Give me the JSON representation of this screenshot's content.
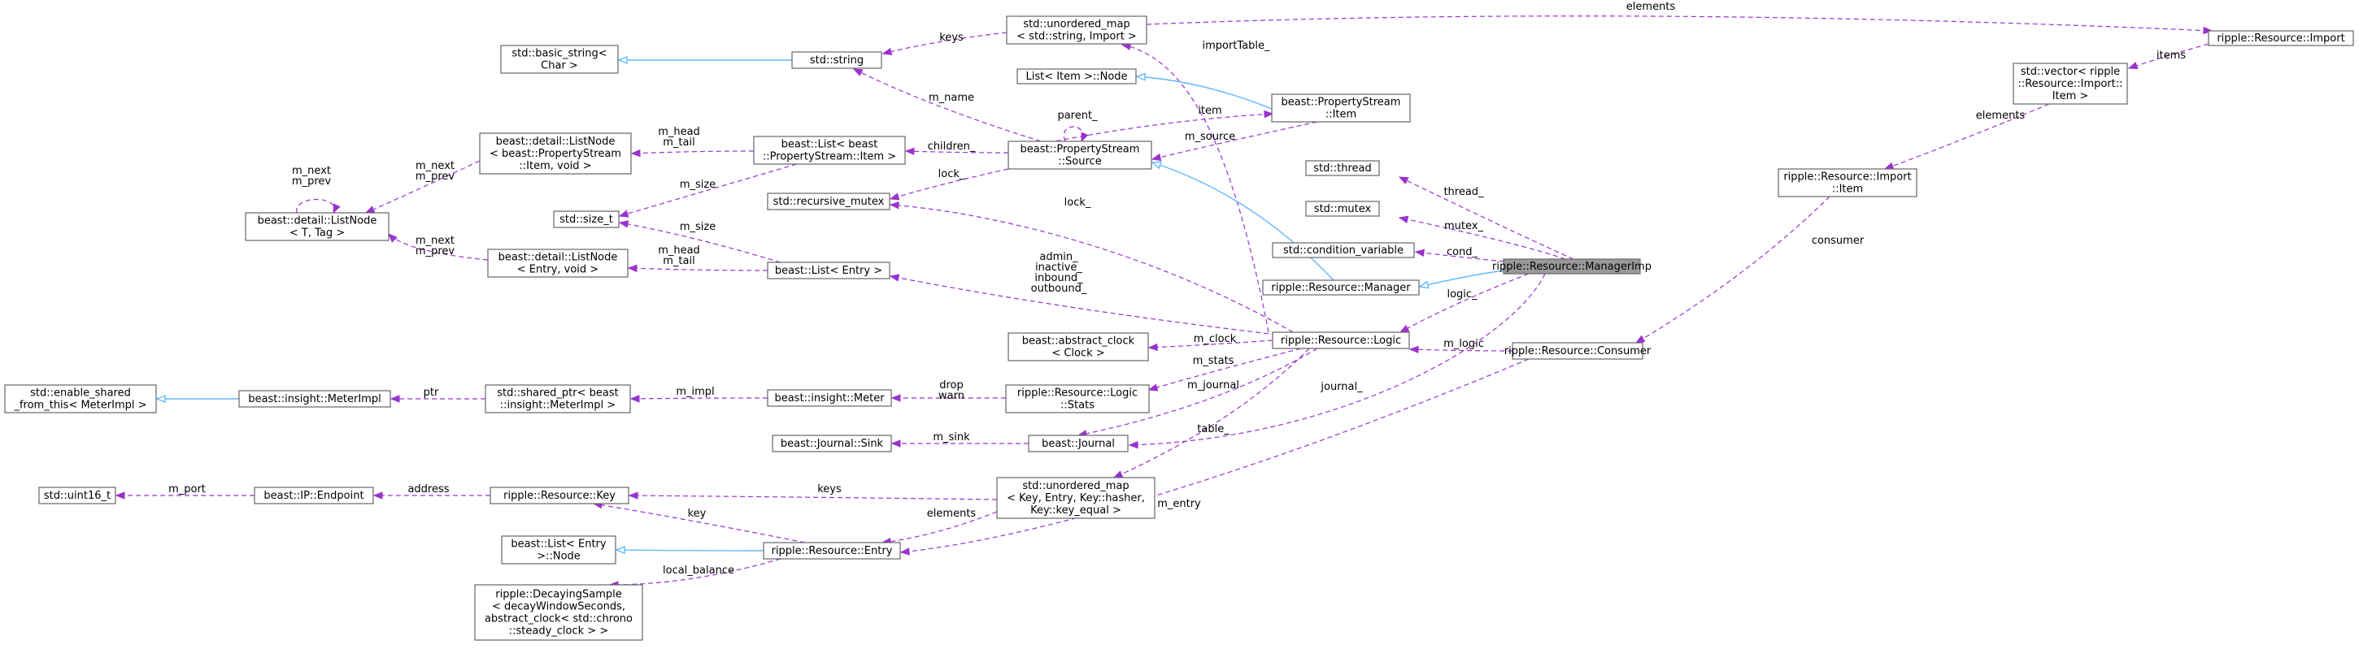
{
  "diagram": {
    "nodes": [
      {
        "id": "manager_imp",
        "lines": [
          "ripple::Resource::ManagerImp"
        ],
        "highlight": true
      },
      {
        "id": "std_thread",
        "lines": [
          "std::thread"
        ]
      },
      {
        "id": "std_mutex",
        "lines": [
          "std::mutex"
        ]
      },
      {
        "id": "std_condvar",
        "lines": [
          "std::condition_variable"
        ]
      },
      {
        "id": "manager",
        "lines": [
          "ripple::Resource::Manager"
        ]
      },
      {
        "id": "logic",
        "lines": [
          "ripple::Resource::Logic"
        ]
      },
      {
        "id": "consumer",
        "lines": [
          "ripple::Resource::Consumer"
        ]
      },
      {
        "id": "import",
        "lines": [
          "ripple::Resource::Import"
        ]
      },
      {
        "id": "vector_item",
        "lines": [
          "std::vector< ripple",
          "::Resource::Import::",
          "Item >"
        ]
      },
      {
        "id": "import_item",
        "lines": [
          "ripple::Resource::Import",
          "::Item"
        ]
      },
      {
        "id": "unordered_map_import",
        "lines": [
          "std::unordered_map",
          "< std::string, Import >"
        ]
      },
      {
        "id": "std_string",
        "lines": [
          "std::string"
        ]
      },
      {
        "id": "basic_string",
        "lines": [
          "std::basic_string<",
          "Char >"
        ]
      },
      {
        "id": "list_item_node",
        "lines": [
          "List< Item >::Node"
        ]
      },
      {
        "id": "ps_item",
        "lines": [
          "beast::PropertyStream",
          "::Item"
        ]
      },
      {
        "id": "ps_source",
        "lines": [
          "beast::PropertyStream",
          "::Source"
        ]
      },
      {
        "id": "list_ps_item",
        "lines": [
          "beast::List< beast",
          "::PropertyStream::Item >"
        ]
      },
      {
        "id": "listnode_ps",
        "lines": [
          "beast::detail::ListNode",
          "< beast::PropertyStream",
          "::Item, void >"
        ]
      },
      {
        "id": "listnode_tag",
        "lines": [
          "beast::detail::ListNode",
          "< T, Tag >"
        ]
      },
      {
        "id": "recursive_mutex",
        "lines": [
          "std::recursive_mutex"
        ]
      },
      {
        "id": "size_t",
        "lines": [
          "std::size_t"
        ]
      },
      {
        "id": "listnode_entry",
        "lines": [
          "beast::detail::ListNode",
          "< Entry, void >"
        ]
      },
      {
        "id": "list_entry",
        "lines": [
          "beast::List< Entry >"
        ]
      },
      {
        "id": "abstract_clock",
        "lines": [
          "beast::abstract_clock",
          "< Clock >"
        ]
      },
      {
        "id": "logic_stats",
        "lines": [
          "ripple::Resource::Logic",
          "::Stats"
        ]
      },
      {
        "id": "meter",
        "lines": [
          "beast::insight::Meter"
        ]
      },
      {
        "id": "shared_ptr",
        "lines": [
          "std::shared_ptr< beast",
          "::insight::MeterImpl >"
        ]
      },
      {
        "id": "meter_impl",
        "lines": [
          "beast::insight::MeterImpl"
        ]
      },
      {
        "id": "enable_shared",
        "lines": [
          "std::enable_shared",
          "_from_this< MeterImpl >"
        ]
      },
      {
        "id": "journal",
        "lines": [
          "beast::Journal"
        ]
      },
      {
        "id": "journal_sink",
        "lines": [
          "beast::Journal::Sink"
        ]
      },
      {
        "id": "unordered_map_key",
        "lines": [
          "std::unordered_map",
          "< Key, Entry, Key::hasher,",
          "Key::key_equal >"
        ]
      },
      {
        "id": "resource_key",
        "lines": [
          "ripple::Resource::Key"
        ]
      },
      {
        "id": "endpoint",
        "lines": [
          "beast::IP::Endpoint"
        ]
      },
      {
        "id": "uint16",
        "lines": [
          "std::uint16_t"
        ]
      },
      {
        "id": "resource_entry",
        "lines": [
          "ripple::Resource::Entry"
        ]
      },
      {
        "id": "list_entry_node",
        "lines": [
          "beast::List< Entry",
          ">::Node"
        ]
      },
      {
        "id": "decaying_sample",
        "lines": [
          "ripple::DecayingSample",
          "< decayWindowSeconds,",
          "abstract_clock< std::chrono",
          "::steady_clock > >"
        ]
      }
    ],
    "edges": [
      {
        "kind": "use",
        "label": [
          "thread_"
        ]
      },
      {
        "kind": "use",
        "label": [
          "mutex_"
        ]
      },
      {
        "kind": "use",
        "label": [
          "cond_"
        ]
      },
      {
        "kind": "inherit",
        "label": []
      },
      {
        "kind": "use",
        "label": [
          "logic_"
        ]
      },
      {
        "kind": "use",
        "label": [
          "m_logic"
        ]
      },
      {
        "kind": "use",
        "label": [
          "journal_"
        ]
      },
      {
        "kind": "use",
        "label": [
          "consumer"
        ]
      },
      {
        "kind": "use",
        "label": [
          "elements"
        ]
      },
      {
        "kind": "use",
        "label": [
          "items"
        ]
      },
      {
        "kind": "use",
        "label": [
          "elements"
        ]
      },
      {
        "kind": "use",
        "label": [
          "importTable_"
        ]
      },
      {
        "kind": "use",
        "label": [
          "keys"
        ]
      },
      {
        "kind": "inherit",
        "label": []
      },
      {
        "kind": "inherit",
        "label": []
      },
      {
        "kind": "use",
        "label": [
          "item"
        ]
      },
      {
        "kind": "use",
        "label": [
          "m_source"
        ]
      },
      {
        "kind": "inherit",
        "label": []
      },
      {
        "kind": "use",
        "label": [
          "m_name"
        ]
      },
      {
        "kind": "use",
        "label": [
          "parent_"
        ]
      },
      {
        "kind": "use",
        "label": [
          "children_"
        ]
      },
      {
        "kind": "use",
        "label": [
          "lock_"
        ]
      },
      {
        "kind": "use",
        "label": [
          "m_head",
          "m_tail"
        ]
      },
      {
        "kind": "use",
        "label": [
          "m_size"
        ]
      },
      {
        "kind": "use",
        "label": [
          "m_next",
          "m_prev"
        ]
      },
      {
        "kind": "use",
        "label": [
          "m_next",
          "m_prev"
        ]
      },
      {
        "kind": "use",
        "label": [
          "m_next",
          "m_prev"
        ]
      },
      {
        "kind": "use",
        "label": [
          "lock_"
        ]
      },
      {
        "kind": "use",
        "label": [
          "m_size"
        ]
      },
      {
        "kind": "use",
        "label": [
          "m_head",
          "m_tail"
        ]
      },
      {
        "kind": "use",
        "label": [
          "admin_",
          "inactive_",
          "inbound_",
          "outbound_"
        ]
      },
      {
        "kind": "use",
        "label": [
          "m_clock"
        ]
      },
      {
        "kind": "use",
        "label": [
          "m_stats"
        ]
      },
      {
        "kind": "use",
        "label": [
          "drop",
          "warn"
        ]
      },
      {
        "kind": "use",
        "label": [
          "m_impl"
        ]
      },
      {
        "kind": "use",
        "label": [
          "ptr"
        ]
      },
      {
        "kind": "inherit",
        "label": []
      },
      {
        "kind": "use",
        "label": [
          "m_journal"
        ]
      },
      {
        "kind": "use",
        "label": [
          "m_sink"
        ]
      },
      {
        "kind": "use",
        "label": [
          "table_"
        ]
      },
      {
        "kind": "use",
        "label": [
          "keys"
        ]
      },
      {
        "kind": "use",
        "label": [
          "elements"
        ]
      },
      {
        "kind": "use",
        "label": [
          "address"
        ]
      },
      {
        "kind": "use",
        "label": [
          "m_port"
        ]
      },
      {
        "kind": "use",
        "label": [
          "key"
        ]
      },
      {
        "kind": "inherit",
        "label": []
      },
      {
        "kind": "use",
        "label": [
          "local_balance"
        ]
      },
      {
        "kind": "use",
        "label": [
          "m_entry"
        ]
      }
    ]
  },
  "colors": {
    "use_edge": "#9a32cd",
    "inherit_edge": "#63b8ff",
    "node_border": "#666666",
    "highlight_fill": "#999999"
  }
}
